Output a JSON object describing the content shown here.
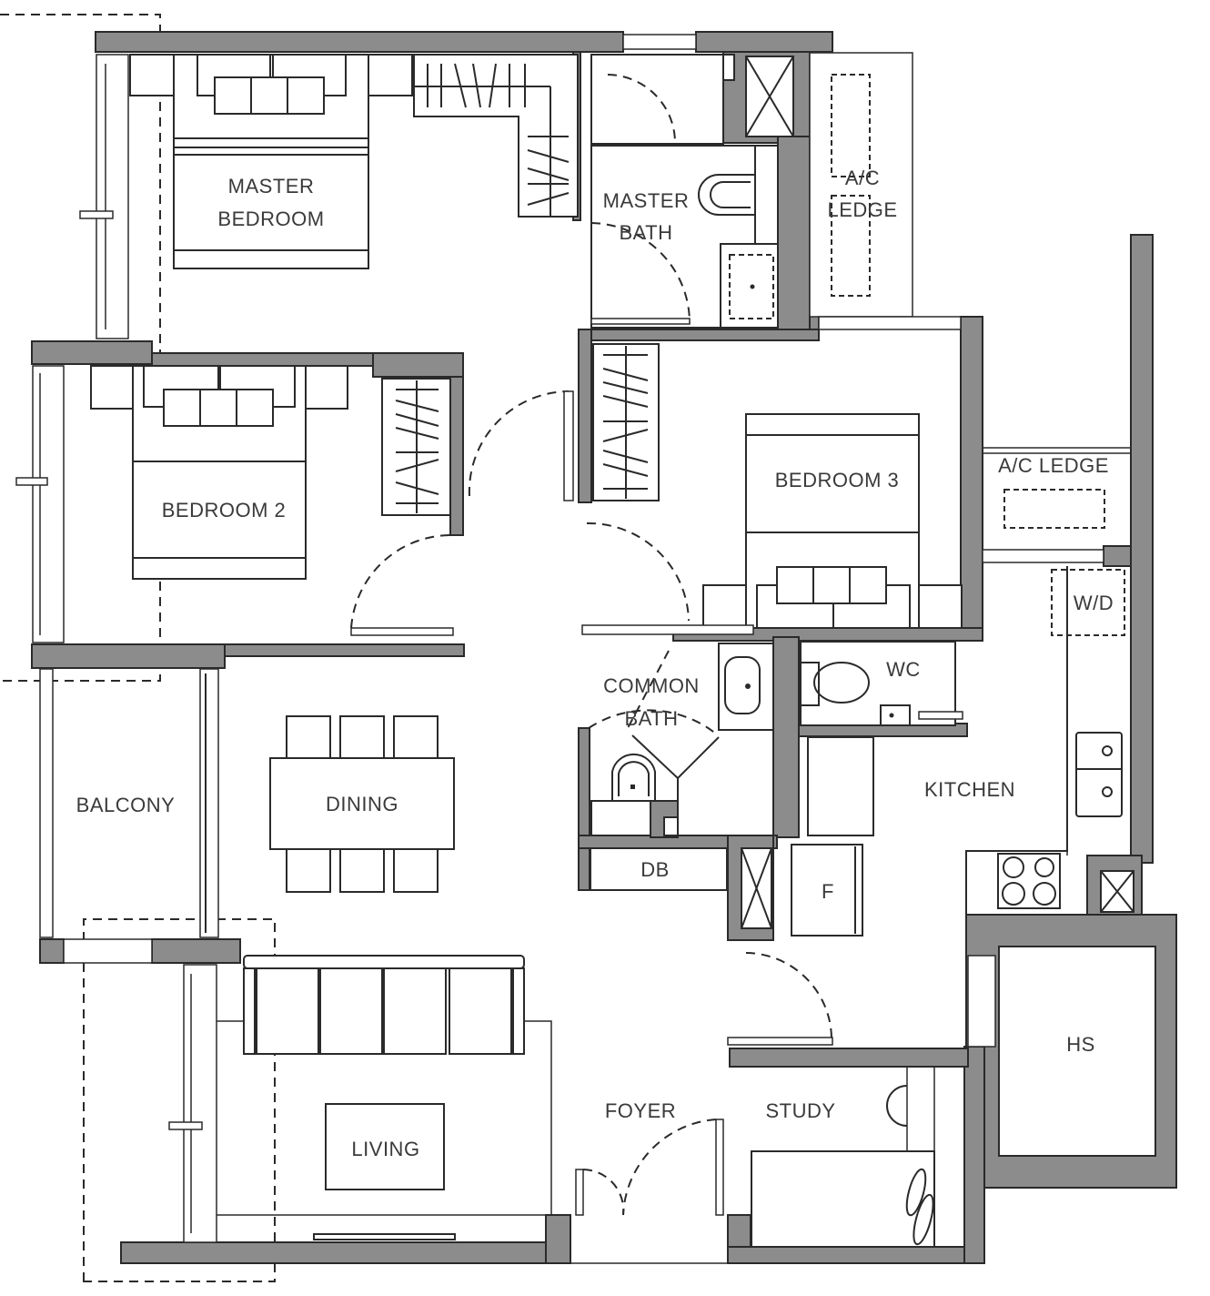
{
  "plan": {
    "wall_color": "#8c8c8c",
    "line_color": "#2a2a2a",
    "background": "#ffffff"
  },
  "rooms": {
    "master_bedroom": {
      "line1": "MASTER",
      "line2": "BEDROOM"
    },
    "master_bath": {
      "line1": "MASTER",
      "line2": "BATH"
    },
    "ac_ledge_top": {
      "line1": "A/C",
      "line2": "LEDGE"
    },
    "bedroom_2": {
      "label": "BEDROOM 2"
    },
    "bedroom_3": {
      "label": "BEDROOM 3"
    },
    "ac_ledge_right": {
      "label": "A/C LEDGE"
    },
    "wd": {
      "label": "W/D"
    },
    "common_bath": {
      "line1": "COMMON",
      "line2": "BATH"
    },
    "wc": {
      "label": "WC"
    },
    "kitchen": {
      "label": "KITCHEN"
    },
    "balcony": {
      "label": "BALCONY"
    },
    "dining": {
      "label": "DINING"
    },
    "db": {
      "label": "DB"
    },
    "fridge": {
      "label": "F"
    },
    "hs": {
      "label": "HS"
    },
    "living": {
      "label": "LIVING"
    },
    "foyer": {
      "label": "FOYER"
    },
    "study": {
      "label": "STUDY"
    }
  }
}
